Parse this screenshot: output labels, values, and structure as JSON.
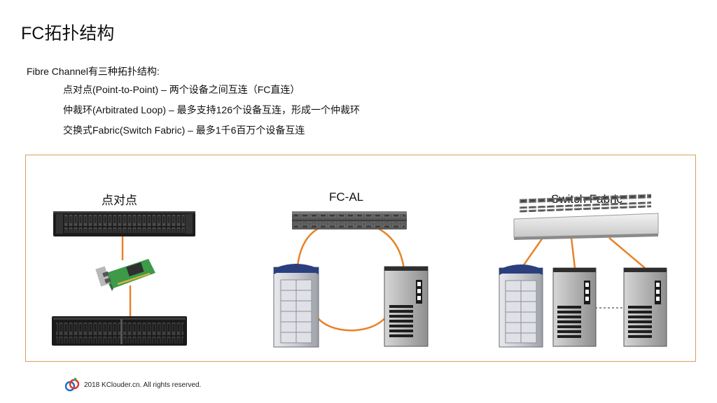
{
  "title": "FC拓扑结构",
  "intro": "Fibre Channel有三种拓扑结构:",
  "bullets": [
    "点对点(Point-to-Point) – 两个设备之间互连（FC直连）",
    "仲裁环(Arbitrated Loop) – 最多支持126个设备互连，形成一个仲裁环",
    "交换式Fabric(Switch Fabric) – 最多1千6百万个设备互连"
  ],
  "diagrams": {
    "p2p_label": "点对点",
    "fcal_label": "FC-AL",
    "fabric_label": "Switch Fabric"
  },
  "footer": {
    "text": "2018 KClouder.cn. All rights reserved."
  },
  "colors": {
    "link": "#e8822a",
    "frame": "#d8a05c",
    "storage_cap": "#2b3f7e",
    "hba_board": "#3c9a48"
  },
  "icons": [
    "rack-server-icon",
    "hba-card-icon",
    "storage-array-icon",
    "fc-hub-icon",
    "fc-switch-icon",
    "storage-tower-icon",
    "server-tower-icon",
    "kclouder-logo-icon"
  ]
}
